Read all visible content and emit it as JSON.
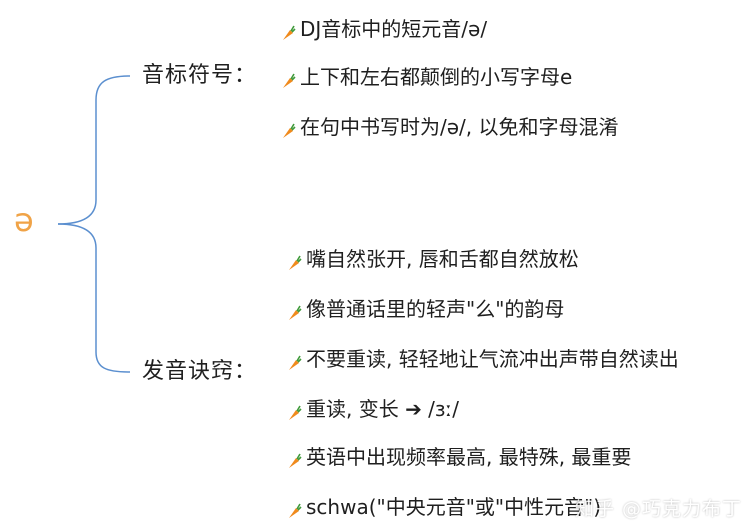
{
  "root": {
    "symbol": "ə",
    "color": "#f0a347"
  },
  "connector_color": "#5b8fcf",
  "bullet_colors": {
    "carrot": "#f08a1c",
    "leaf": "#3f9a3a"
  },
  "branches": [
    {
      "label": "音标符号：",
      "items": [
        "DJ音标中的短元音/ə/",
        "上下和左右都颠倒的小写字母e",
        "在句中书写时为/ə/, 以免和字母混淆"
      ]
    },
    {
      "label": "发音诀窍：",
      "items": [
        "嘴自然张开, 唇和舌都自然放松",
        "像普通话里的轻声\"么\"的韵母",
        "不要重读, 轻轻地让气流冲出声带自然读出",
        "重读, 变长 ➔ /ɜː/",
        "英语中出现频率最高, 最特殊, 最重要",
        "schwa(\"中央元音\"或\"中性元音\")"
      ]
    }
  ],
  "watermark": "知乎 @巧克力布丁"
}
